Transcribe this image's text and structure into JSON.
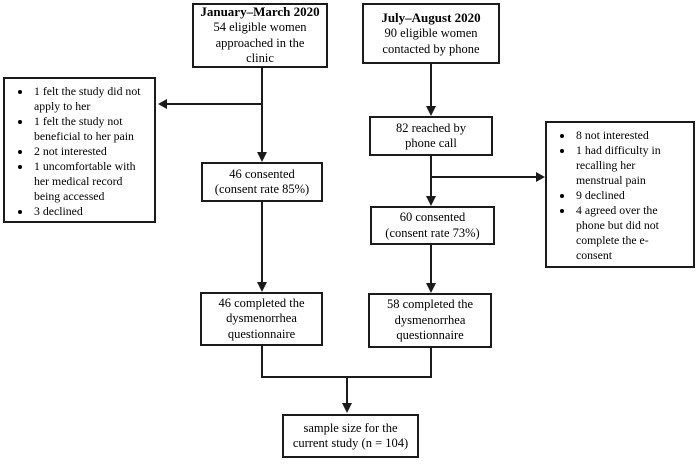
{
  "diagram": {
    "clinic_arm": {
      "recruitment_title": "January–March 2020",
      "recruitment_body": [
        "54 eligible women",
        "approached in the",
        "clinic"
      ],
      "exclusions": [
        [
          "1 felt the study did not",
          "apply to her"
        ],
        [
          "1 felt the study not",
          "beneficial to her pain"
        ],
        [
          "2 not interested"
        ],
        [
          "1 uncomfortable with",
          "her medical record",
          "being accessed"
        ],
        [
          "3 declined"
        ]
      ],
      "consented": [
        "46 consented",
        "(consent rate 85%)"
      ],
      "completed": [
        "46 completed the",
        "dysmenorrhea",
        "questionnaire"
      ]
    },
    "phone_arm": {
      "recruitment_title": "July–August 2020",
      "recruitment_body": [
        "90 eligible women",
        "contacted by phone"
      ],
      "reached": [
        "82 reached by",
        "phone call"
      ],
      "exclusions": [
        [
          "8 not interested"
        ],
        [
          "1 had difficulty in",
          "recalling her",
          "menstrual pain"
        ],
        [
          "9 declined"
        ],
        [
          "4 agreed over the",
          "phone but did not",
          "complete the e-",
          "consent"
        ]
      ],
      "consented": [
        "60 consented",
        "(consent rate 73%)"
      ],
      "completed": [
        "58 completed the",
        "dysmenorrhea",
        "questionnaire"
      ]
    },
    "final_box": [
      "sample size for the",
      "current study (n = 104)"
    ],
    "colors": {
      "line": "#1b1b1b",
      "border": "#1b1b1b",
      "background": "#ffffff",
      "text": "#000000"
    }
  }
}
